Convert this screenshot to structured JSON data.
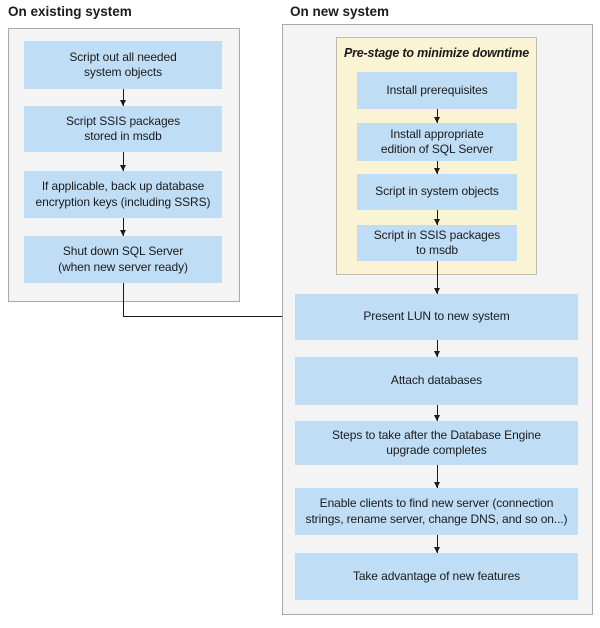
{
  "colors": {
    "page_bg": "#ffffff",
    "panel_bg": "#f4f4f5",
    "panel_border": "#a9a9a9",
    "box_blue": "#bfddf4",
    "prestage_bg": "#faf3d4",
    "prestage_border": "#bdbcb4",
    "arrow": "#1b1b1b",
    "text": "#1b1b1b"
  },
  "left_column": {
    "header": "On existing system",
    "steps": [
      "Script out all needed\nsystem objects",
      "Script SSIS packages\nstored in msdb",
      "If applicable, back up database\nencryption keys (including SSRS)",
      "Shut down SQL Server\n(when new server ready)"
    ]
  },
  "right_column": {
    "header": "On new system",
    "prestage": {
      "title": "Pre-stage to minimize downtime",
      "steps": [
        "Install prerequisites",
        "Install appropriate\nedition of SQL Server",
        "Script in system objects",
        "Script in SSIS packages\nto msdb"
      ]
    },
    "steps": [
      "Present LUN to new system",
      "Attach databases",
      "Steps to take after the Database Engine\nupgrade completes",
      "Enable clients to find new server (connection\nstrings, rename server, change DNS, and so on...)",
      "Take advantage of new features"
    ]
  }
}
